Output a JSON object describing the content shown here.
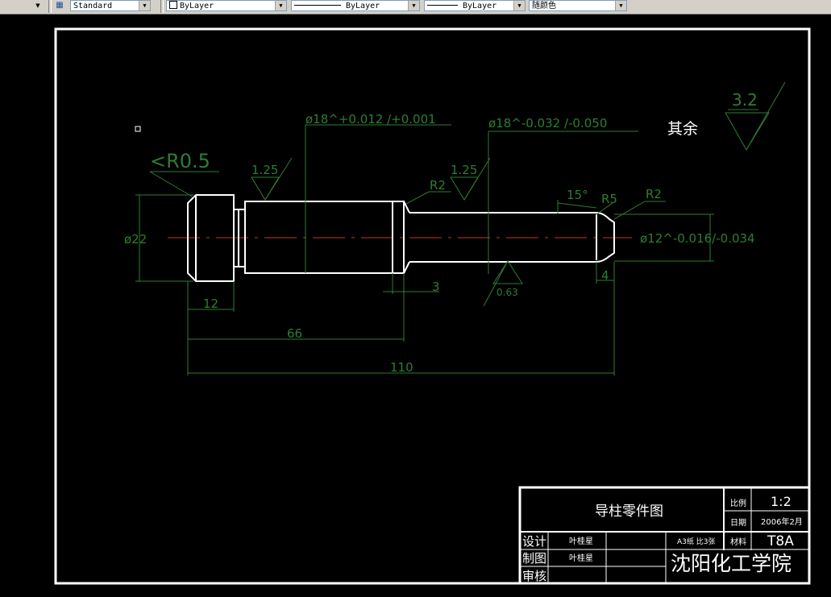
{
  "toolbar": {
    "textstyle_value": "Standard",
    "layer_value": "ByLayer",
    "linetype_value": "ByLayer",
    "lineweight_value": "ByLayer",
    "plotstyle_value": "随颜色"
  },
  "drawing": {
    "colors": {
      "background": "#000000",
      "outline": "#ffffff",
      "dimension": "#2e7d32",
      "centerline": "#c0392b",
      "border": "#ffffff"
    },
    "roughness_general": "3.2",
    "roughness_general_note": "其余",
    "roughness_left": "1.25",
    "roughness_mid": "1.25",
    "roughness_bottom": "0.63",
    "chamfer_label": "<R0.5",
    "dim_tol_left": "ø18^+0.012 /+0.001",
    "dim_tol_right": "ø18^-0.032 /-0.050",
    "radius_neck": "R2",
    "angle_taper": "15°",
    "radius_tip": "R5",
    "radius_end": "R2",
    "dia_head": "ø22",
    "dia_tip": "ø12^-0.016/-0.034",
    "dim_12": "12",
    "dim_3": "3",
    "dim_4": "4",
    "dim_66": "66",
    "dim_110": "110"
  },
  "title_block": {
    "part_name": "导柱零件图",
    "scale_label": "比例",
    "scale_value": "1:2",
    "date_label": "日期",
    "date_value": "2006年2月",
    "material_label": "材料",
    "material_value": "T8A",
    "designer_label": "设计",
    "designer_name": "叶桂星",
    "drafter_label": "制图",
    "drafter_name": "叶桂星",
    "reviewer_label": "审核",
    "class_info": "A3纸 比3张",
    "school": "沈阳化工学院"
  }
}
